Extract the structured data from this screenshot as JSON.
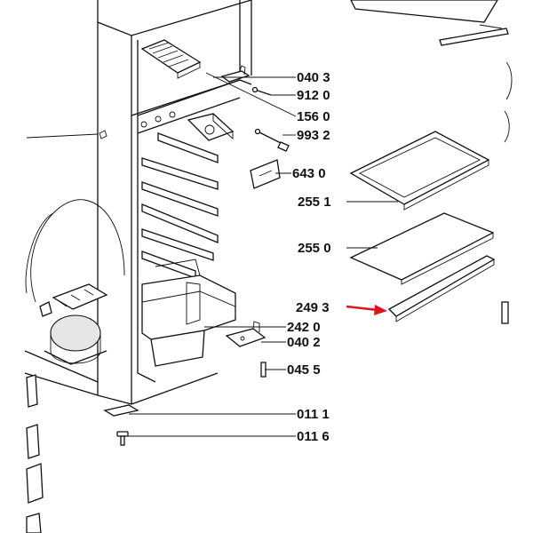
{
  "labels": [
    {
      "id": "l0403",
      "text": "040 3"
    },
    {
      "id": "l9120",
      "text": "912 0"
    },
    {
      "id": "l1560",
      "text": "156 0"
    },
    {
      "id": "l9932",
      "text": "993 2"
    },
    {
      "id": "l6430",
      "text": "643 0"
    },
    {
      "id": "l2551",
      "text": "255 1"
    },
    {
      "id": "l2550",
      "text": "255 0"
    },
    {
      "id": "l2493",
      "text": "249 3"
    },
    {
      "id": "l2420",
      "text": "242 0"
    },
    {
      "id": "l0402",
      "text": "040 2"
    },
    {
      "id": "l0455",
      "text": "045 5"
    },
    {
      "id": "l0111",
      "text": "011 1"
    },
    {
      "id": "l0116",
      "text": "011 6"
    }
  ],
  "colors": {
    "line": "#111111",
    "highlight_arrow": "#e0141e",
    "background": "#ffffff"
  }
}
